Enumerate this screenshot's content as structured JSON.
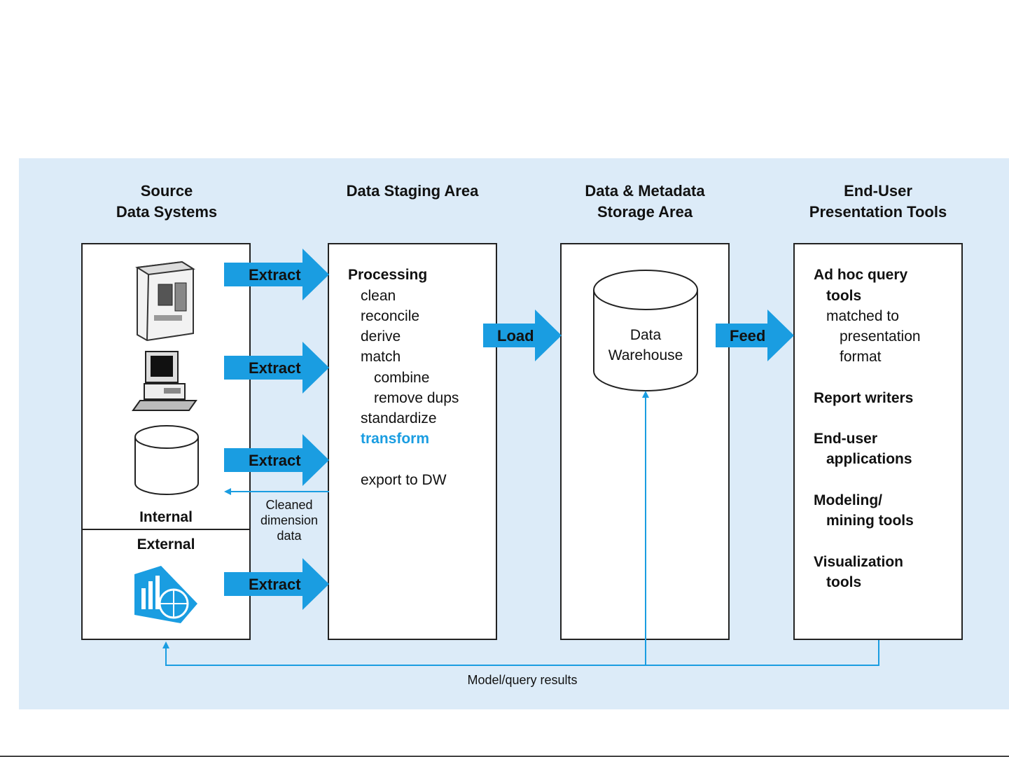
{
  "headers": {
    "source": "Source\nData Systems",
    "staging": "Data Staging Area",
    "storage": "Data & Metadata\nStorage Area",
    "enduser": "End-User\nPresentation Tools"
  },
  "source": {
    "internal_label": "Internal",
    "external_label": "External"
  },
  "arrows": {
    "extract": "Extract",
    "load": "Load",
    "feed": "Feed"
  },
  "staging": {
    "processing_title": "Processing",
    "steps": [
      "clean",
      "reconcile",
      "derive",
      "match"
    ],
    "match_substeps": [
      "combine",
      "remove dups"
    ],
    "standardize": "standardize",
    "transform": "transform",
    "export": "export to DW"
  },
  "feedback": {
    "cleaned_dimension": "Cleaned\ndimension\ndata",
    "model_query": "Model/query results"
  },
  "warehouse": {
    "label": "Data\nWarehouse"
  },
  "tools": {
    "adhoc_title_1": "Ad hoc query",
    "adhoc_title_2": "tools",
    "adhoc_sub_1": "matched to",
    "adhoc_sub_2": "presentation",
    "adhoc_sub_3": "format",
    "report": "Report writers",
    "enduser_1": "End-user",
    "enduser_2": "applications",
    "modeling_1": "Modeling/",
    "modeling_2": "mining tools",
    "visual_1": "Visualization",
    "visual_2": "tools"
  },
  "colors": {
    "accent": "#1a9de1",
    "panel_bg": "#dcebf8"
  },
  "icons": [
    "mainframe-server-icon",
    "desktop-computer-icon",
    "database-cylinder-icon",
    "external-data-chart-icon",
    "data-warehouse-cylinder-icon"
  ]
}
